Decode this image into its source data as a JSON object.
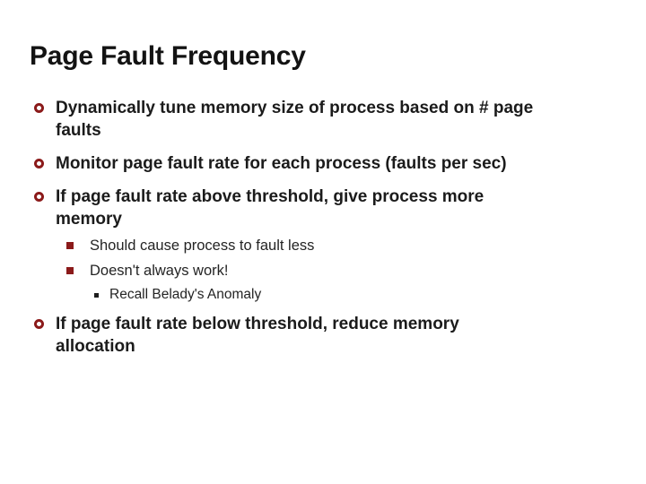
{
  "slide": {
    "title": "Page Fault Frequency",
    "colors": {
      "accent": "#8B1A1A",
      "level3_marker": "#1d1d1d",
      "body_text": "#1b1b1b",
      "title_text": "#131313",
      "background": "#ffffff"
    },
    "bullets": [
      {
        "level": 1,
        "marker": "hollow-circle",
        "text": "Dynamically tune memory size of process based on # page\nfaults"
      },
      {
        "level": 1,
        "marker": "hollow-circle",
        "text": "Monitor page fault rate for each process (faults per sec)"
      },
      {
        "level": 1,
        "marker": "hollow-circle",
        "text": "If page fault rate above threshold, give process more\nmemory"
      },
      {
        "level": 2,
        "marker": "filled-square",
        "text": "Should cause process to fault less"
      },
      {
        "level": 2,
        "marker": "filled-square",
        "text": "Doesn't always work!"
      },
      {
        "level": 3,
        "marker": "small-filled-square",
        "text": "Recall Belady's Anomaly"
      },
      {
        "level": 1,
        "marker": "hollow-circle",
        "text": "If page fault rate below threshold, reduce memory\nallocation"
      }
    ]
  }
}
